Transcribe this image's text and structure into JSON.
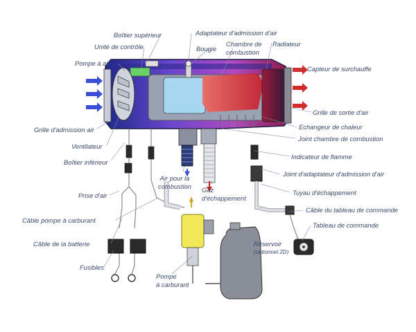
{
  "labels": {
    "boitier_superieur": "Boîtier supérieur",
    "adaptateur_admission": "Adaptateur d'admission d'air",
    "unite_controle": "Unité de contrôle",
    "bougie": "Bougie",
    "chambre_combustion_1": "Chambre de",
    "chambre_combustion_2": "combustion",
    "radiateur": "Radiateur",
    "pompe_air": "Pompe à air",
    "capteur_surchauffe": "Capteur de surchauffe",
    "grille_sortie": "Grille de sortie d'air",
    "echangeur_chaleur": "Echangeur de chaleur",
    "grille_admission": "Grille d'admission air",
    "joint_chambre": "Joint chambre de combustion",
    "ventilateur": "Ventilateur",
    "indicateur_flamme": "Indicateur de flamme",
    "boitier_inferieur": "Boîtier inférieur",
    "air_combustion_1": "Air pour la",
    "air_combustion_2": "combustion",
    "joint_adaptateur": "Joint d'adaptateur d'admission d'air",
    "gaz_echappement_1": "Gaz",
    "gaz_echappement_2": "d'échappement",
    "tuyau_echappement": "Tuyau d'échappement",
    "prise_air": "Prise d'air",
    "cable_tableau": "Câble du tableau de commande",
    "cable_pompe": "Câble pompe à carburant",
    "tableau_commande": "Tableau de commande",
    "reservoir_1": "Réservoir",
    "reservoir_2": "(optionnel 2D)",
    "cable_batterie": "Câble de la batterie",
    "fusibles": "Fusibles",
    "pompe_carburant_1": "Pompe",
    "pompe_carburant_2": "à carburant"
  },
  "colors": {
    "heater_body": "#2a2f8e",
    "heater_purple": "#7a3fc8",
    "combustion_red": "#e8453c",
    "intake_arrow": "#3b4fd6",
    "outlet_arrow": "#d42a2a",
    "fuel_pump": "#f2e85a",
    "label_text": "#3a4a6a"
  }
}
